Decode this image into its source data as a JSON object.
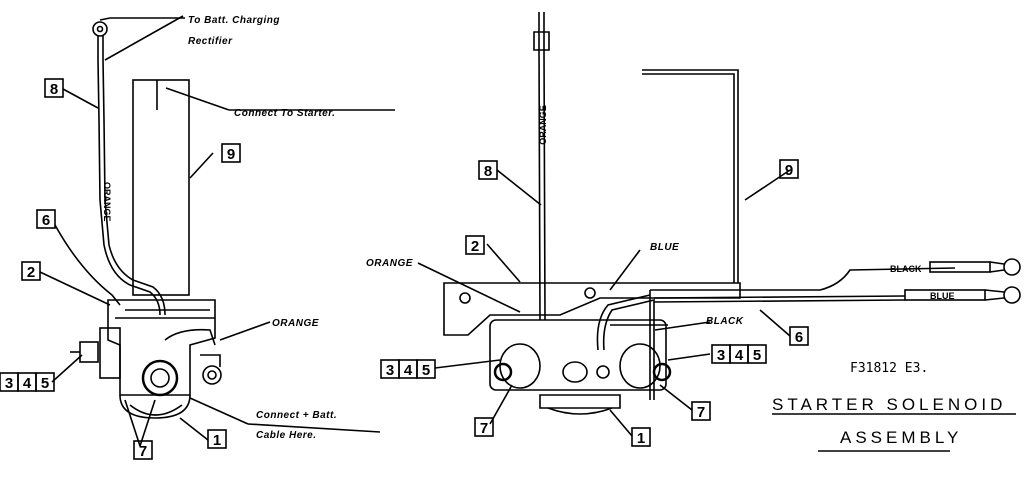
{
  "notes": {
    "batt_charging_line1": "To Batt. Charging",
    "batt_charging_line2": "Rectifier",
    "connect_starter": "Connect To Starter.",
    "connect_batt_line1": "Connect + Batt.",
    "connect_batt_line2": "Cable Here.",
    "orange_left": "ORANGE",
    "orange_right": "ORANGE"
  },
  "wire_labels": {
    "orange_vertical_left": "ORANGE",
    "orange_vertical_right": "ORANGE",
    "blue_top": "BLUE",
    "black_mid": "BLACK",
    "black_cable": "BLACK",
    "blue_cable": "BLUE"
  },
  "callouts": {
    "left_8": "8",
    "left_9": "9",
    "left_6": "6",
    "left_2": "2",
    "left_3": "3",
    "left_4": "4",
    "left_5": "5",
    "left_7": "7",
    "left_1": "1",
    "right_8": "8",
    "right_9": "9",
    "right_2": "2",
    "right_6": "6",
    "right_3a": "3",
    "right_4a": "4",
    "right_5a": "5",
    "right_3b": "3",
    "right_4b": "4",
    "right_5b": "5",
    "right_7a": "7",
    "right_7b": "7",
    "right_1": "1"
  },
  "figure_code": "F31812 E3.",
  "title": {
    "line1": "STARTER SOLENOID",
    "line2": "ASSEMBLY"
  }
}
